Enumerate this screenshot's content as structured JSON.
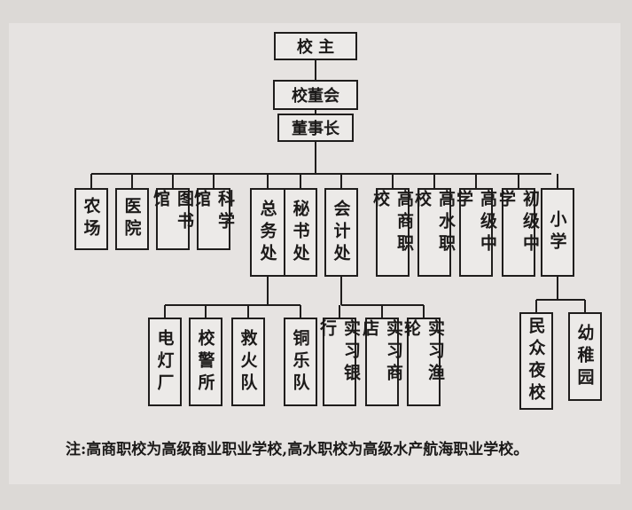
{
  "chart": {
    "top": "校 主",
    "board": "校董会",
    "chairman": "董事长",
    "departments": [
      "农场",
      "医院",
      "图书馆",
      "科学馆",
      "总务处",
      "秘书处",
      "会计处",
      "高商职校",
      "高水职校",
      "高级中学",
      "初级中学",
      "小学"
    ],
    "general_affairs_units": [
      "电灯厂",
      "校警所",
      "救火队",
      "铜乐队"
    ],
    "accounting_units": [
      "实习银行",
      "实习商店",
      "实习渔轮"
    ],
    "primary_units": [
      "民众夜校",
      "幼稚园"
    ]
  },
  "note": "注:高商职校为高级商业职业学校,高水职校为高级水产航海职业学校。"
}
